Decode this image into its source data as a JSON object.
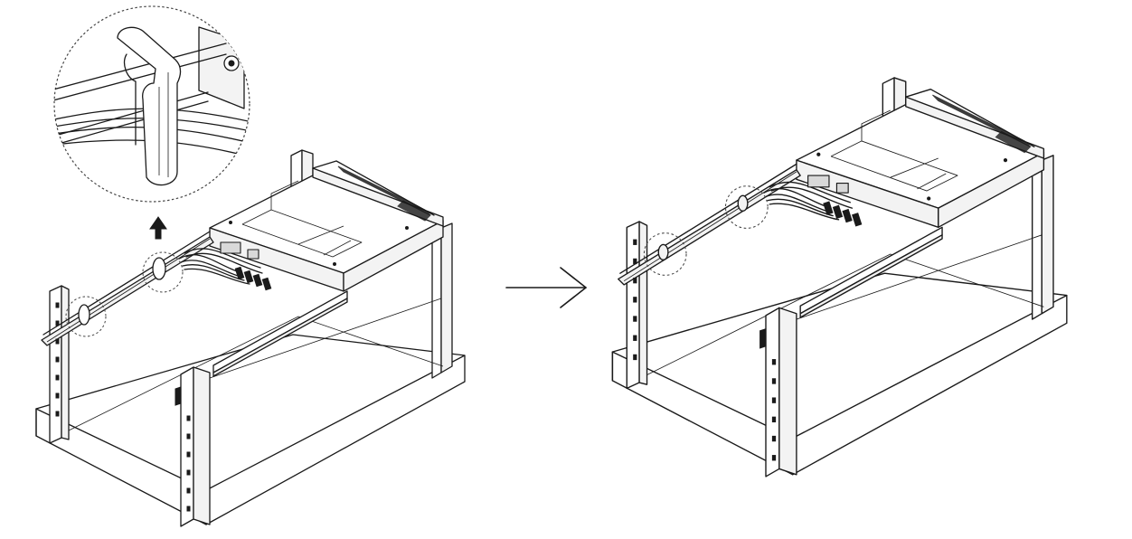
{
  "figure": {
    "panels": [
      {
        "id": "before",
        "callouts": [
          "zoom-circle-detail",
          "callout-circle-rear",
          "callout-circle-front"
        ]
      },
      {
        "id": "after",
        "callouts": [
          "callout-circle-rear",
          "callout-circle-front"
        ]
      }
    ],
    "icons": [
      "arrow-up-icon",
      "arrow-right-icon"
    ],
    "colors": {
      "line": "#1a1a1a",
      "fill_light": "#f3f3f3",
      "fill_mid": "#d9d9d9",
      "background": "#ffffff"
    }
  }
}
